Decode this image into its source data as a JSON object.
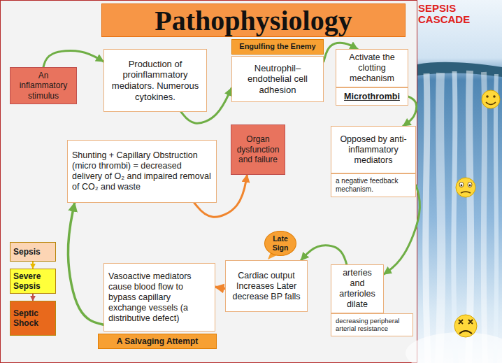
{
  "diagram": {
    "title": "Pathophysiology",
    "nodes": [
      {
        "text": [
          "An inflammatory stimulus"
        ]
      },
      {
        "text": [
          "Production of proinflammatory mediators. Numerous cytokines."
        ]
      },
      {
        "text": [
          "Engulfing the Enemy"
        ]
      },
      {
        "text": [
          "Neutrophil– endothelial cell adhesion"
        ]
      },
      {
        "text": [
          "Activate the clotting mechanism"
        ]
      },
      {
        "text": [
          "Microthrombi"
        ]
      },
      {
        "text": [
          "Shunting + Capillary Obstruction (micro thrombi) = decreased delivery of O₂ and impaired removal of CO₂ and waste"
        ]
      },
      {
        "text": [
          "Organ dysfunction and failure"
        ]
      },
      {
        "text": [
          "Opposed by anti-inflammatory mediators"
        ]
      },
      {
        "text": [
          "a negative feedback mechanism."
        ]
      },
      {
        "text": [
          "Sepsis"
        ]
      },
      {
        "text": [
          "Severe Sepsis"
        ]
      },
      {
        "text": [
          "Septic Shock"
        ]
      },
      {
        "text": [
          "Late Sign"
        ]
      },
      {
        "text": [
          "Vasoactive mediators cause blood flow to bypass capillary exchange vessels (a distributive defect)"
        ]
      },
      {
        "text": [
          "Cardiac output Increases Later decrease BP falls"
        ]
      },
      {
        "text": [
          "arteries and arterioles dilate"
        ]
      },
      {
        "text": [
          "decreasing peripheral arterial resistance"
        ]
      },
      {
        "text": [
          "A Salvaging Attempt"
        ]
      }
    ],
    "edges": [
      {
        "from": 0,
        "to": 1,
        "arrow": "to"
      },
      {
        "from": 1,
        "to": 3,
        "arrow": "to"
      },
      {
        "from": 3,
        "to": 4,
        "arrow": "to"
      },
      {
        "from": 5,
        "to": 8,
        "arrow": "to"
      },
      {
        "from": 9,
        "to": 16,
        "arrow": "to"
      },
      {
        "from": 16,
        "to": 15,
        "arrow": "to"
      },
      {
        "from": 15,
        "to": 14,
        "arrow": "to"
      },
      {
        "from": 14,
        "to": 6,
        "arrow": "to"
      },
      {
        "from": 6,
        "to": 7,
        "arrow": "to"
      },
      {
        "from": 10,
        "to": 11,
        "arrow": "to"
      },
      {
        "from": 11,
        "to": 12,
        "arrow": "to"
      }
    ],
    "labels": [
      "SEPSIS CASCADE"
    ]
  }
}
